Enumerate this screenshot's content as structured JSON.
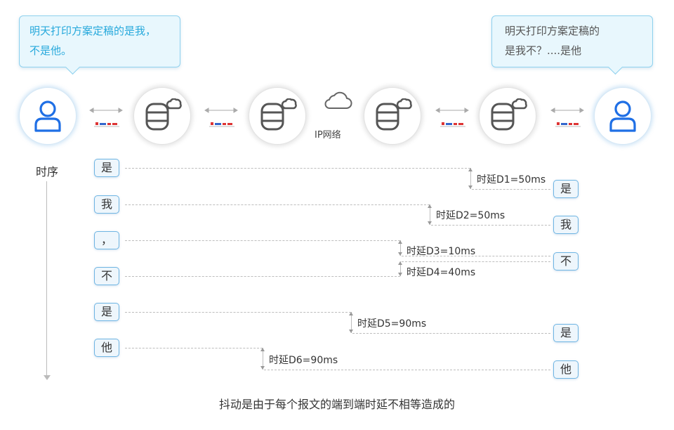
{
  "sender_bubble": {
    "line1": "明天打印方案定稿的是我，",
    "line2": "不是他。"
  },
  "receiver_bubble": {
    "line1": "明天打印方案定稿的",
    "line2": "是我不？....是他"
  },
  "network_label": "IP网络",
  "axis_label": "时序",
  "sent_chars": [
    "是",
    "我",
    "，",
    "不",
    "是",
    "他"
  ],
  "received_chars": [
    "是",
    "我",
    "不",
    "是",
    "他"
  ],
  "delays": [
    "时延D1=50ms",
    "时延D2=50ms",
    "时延D3=10ms",
    "时延D4=40ms",
    "时延D5=90ms",
    "时延D6=90ms"
  ],
  "caption": "抖动是由于每个报文的端到端时延不相等造成的",
  "colors": {
    "user_icon": "#1f6fe5",
    "server_icon": "#555555",
    "bubble_text": "#27a9dc",
    "chip_border": "#6fb5e3"
  }
}
